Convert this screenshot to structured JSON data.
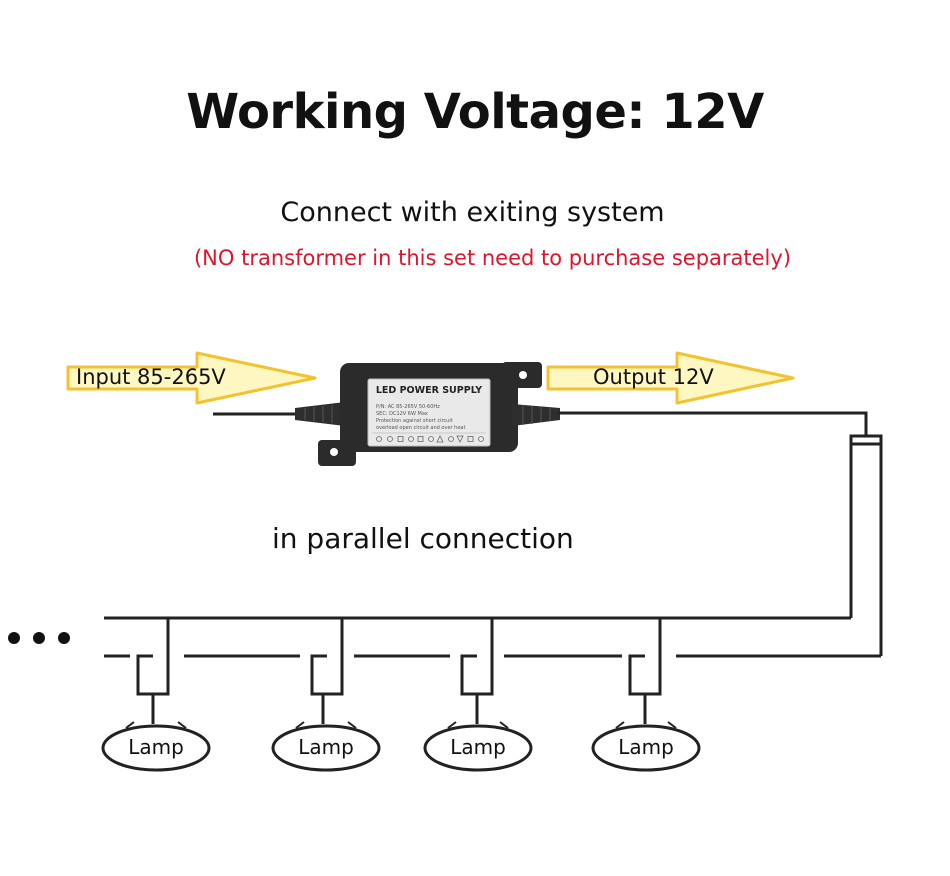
{
  "title": "Working Voltage: 12V",
  "subtitle": "Connect with exiting system",
  "note": "(NO transformer in this set need to purchase separately)",
  "connection_mode": "in parallel connection",
  "input_label": "Input 85-265V",
  "output_label": "Output 12V",
  "continuation": "...",
  "power_supply": {
    "brand_label": "LED POWER SUPPLY",
    "spec_lines": [
      "P/N: AC 85-265V 50-60Hz",
      "SEC: DC12V 6W Max",
      "Protection against short circuit",
      "overload open circuit and over heat"
    ]
  },
  "lamps": [
    {
      "label": "Lamp"
    },
    {
      "label": "Lamp"
    },
    {
      "label": "Lamp"
    },
    {
      "label": "Lamp"
    }
  ],
  "colors": {
    "arrow_fill": "#fff7c2",
    "arrow_stroke": "#f2c230",
    "note_red": "#e0142b",
    "psu_body": "#2b2b2b",
    "psu_label": "#e9e9e9"
  }
}
